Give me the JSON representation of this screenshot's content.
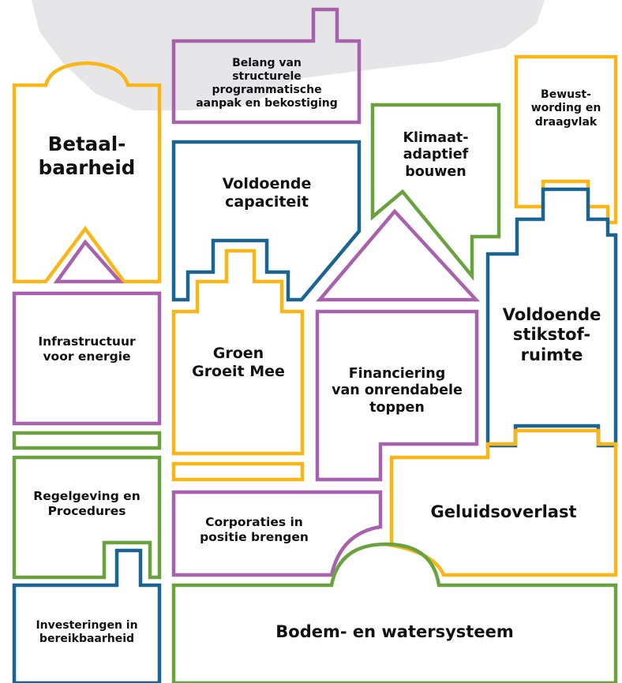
{
  "colors": {
    "yellow": "#f9b616",
    "purple": "#a861ac",
    "blue": "#1a6491",
    "green": "#6aa23f",
    "map": "#e6e6e8"
  },
  "houses": {
    "betaalbaarheid": "Betaal-\nbaarheid",
    "belang": "Belang van\nstructurele\nprogrammatische\naanpak en bekostiging",
    "bewustwording": "Bewust-\nwording en\ndraagvlak",
    "klimaat": "Klimaat-\nadaptief\nbouwen",
    "capaciteit": "Voldoende\ncapaciteit",
    "infrastructuur": "Infrastructuur\nvoor energie",
    "groen": "Groen\nGroeit Mee",
    "financiering": "Financiering\nvan onrendabele\ntoppen",
    "stikstof": "Voldoende\nstikstof-\nruimte",
    "regelgeving": "Regelgeving en\nProcedures",
    "corporaties": "Corporaties in\npositie brengen",
    "geluidsoverlast": "Geluidsoverlast",
    "investeringen": "Investeringen in\nbereikbaarheid",
    "bodem": "Bodem- en watersysteem"
  }
}
